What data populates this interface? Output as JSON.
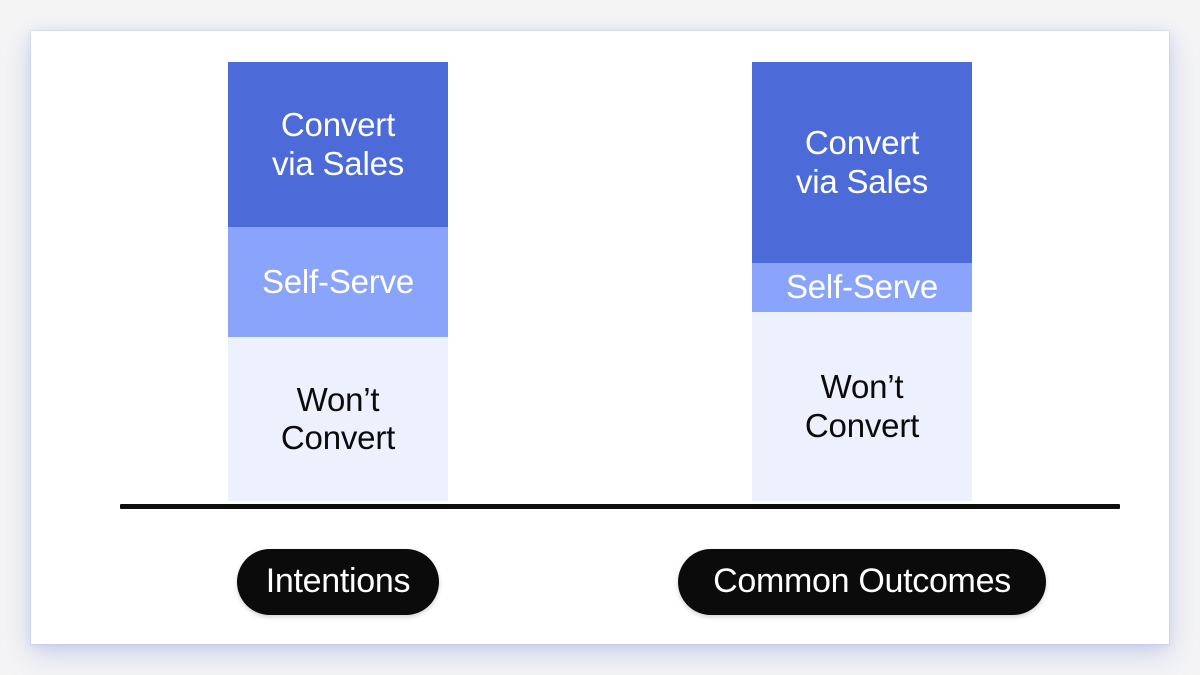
{
  "canvas": {
    "background_color": "#F4F4F5",
    "card_color": "#FFFFFF"
  },
  "chart_data": {
    "type": "bar",
    "subtype": "stacked-bar",
    "title": "",
    "subtitle": "",
    "xlabel": "",
    "ylabel": "",
    "grid": false,
    "legend_position": "none",
    "value_unit": "share of leads (relative height, px)",
    "axis": {
      "baseline_visible": true,
      "baseline_color": "#0D0D0D",
      "tick_labels_visible": false
    },
    "categories": [
      "Intentions",
      "Common Outcomes"
    ],
    "series": [
      {
        "name": "Convert via Sales",
        "label": "Convert\nvia Sales",
        "color": "#4C6BD8",
        "text_color": "#FFFFFF",
        "values": [
          165,
          201
        ],
        "order": "top"
      },
      {
        "name": "Self-Serve",
        "label": "Self-Serve",
        "color": "#8BA4FB",
        "text_color": "#FFFFFF",
        "values": [
          110,
          49
        ],
        "order": "middle"
      },
      {
        "name": "Won't Convert",
        "label": "Won’t\nConvert",
        "color": "#EDF0FD",
        "text_color": "#0B0B0B",
        "values": [
          164,
          189
        ],
        "order": "bottom"
      }
    ],
    "totals": [
      439,
      439
    ]
  },
  "bars": {
    "intentions": {
      "category": "Intentions",
      "segments": {
        "convert_via_sales": "Convert\nvia Sales",
        "self_serve": "Self-Serve",
        "wont_convert": "Won’t\nConvert"
      }
    },
    "common_outcomes": {
      "category": "Common Outcomes",
      "segments": {
        "convert_via_sales": "Convert\nvia Sales",
        "self_serve": "Self-Serve",
        "wont_convert": "Won’t\nConvert"
      }
    }
  },
  "pills": {
    "left": "Intentions",
    "right": "Common Outcomes",
    "background_color": "#0B0B0B",
    "text_color": "#FFFFFF"
  }
}
